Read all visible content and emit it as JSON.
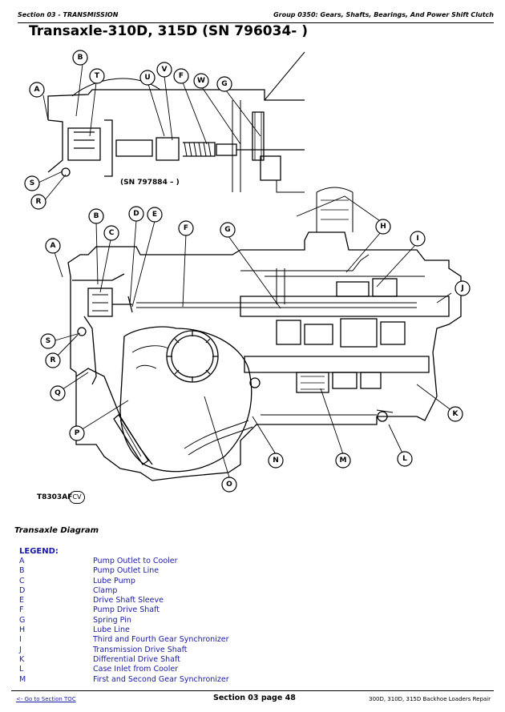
{
  "header": {
    "section": "Section 03 - TRANSMISSION",
    "group": "Group 0350: Gears, Shafts, Bearings, And Power Shift Clutch"
  },
  "title": "Transaxle-310D, 315D (SN 796034- )",
  "inset_label": "(SN 797884 –     )",
  "figure_id": "T8303AF",
  "figure_tag": "CV",
  "caption": "Transaxle Diagram",
  "legend": {
    "title": "LEGEND:",
    "items": [
      {
        "key": "A",
        "label": "Pump Outlet to Cooler"
      },
      {
        "key": "B",
        "label": "Pump Outlet Line"
      },
      {
        "key": "C",
        "label": "Lube Pump"
      },
      {
        "key": "D",
        "label": "Clamp"
      },
      {
        "key": "E",
        "label": "Drive Shaft Sleeve"
      },
      {
        "key": "F",
        "label": "Pump Drive Shaft"
      },
      {
        "key": "G",
        "label": "Spring Pin"
      },
      {
        "key": "H",
        "label": "Lube Line"
      },
      {
        "key": "I",
        "label": "Third and Fourth Gear Synchronizer"
      },
      {
        "key": "J",
        "label": "Transmission Drive Shaft"
      },
      {
        "key": "K",
        "label": "Differential Drive Shaft"
      },
      {
        "key": "L",
        "label": "Case Inlet from Cooler"
      },
      {
        "key": "M",
        "label": "First and Second Gear Synchronizer"
      }
    ]
  },
  "callouts_top": [
    "A",
    "B",
    "T",
    "U",
    "V",
    "F",
    "W",
    "G",
    "S",
    "R"
  ],
  "callouts_main": [
    "B",
    "D",
    "E",
    "F",
    "G",
    "H",
    "I",
    "A",
    "C",
    "J",
    "S",
    "R",
    "Q",
    "P",
    "K",
    "N",
    "M",
    "L",
    "O"
  ],
  "footer": {
    "toc_link": "<- Go to Section TOC",
    "page": "Section 03 page 48",
    "manual": "300D, 310D, 315D Backhoe Loaders Repair"
  }
}
